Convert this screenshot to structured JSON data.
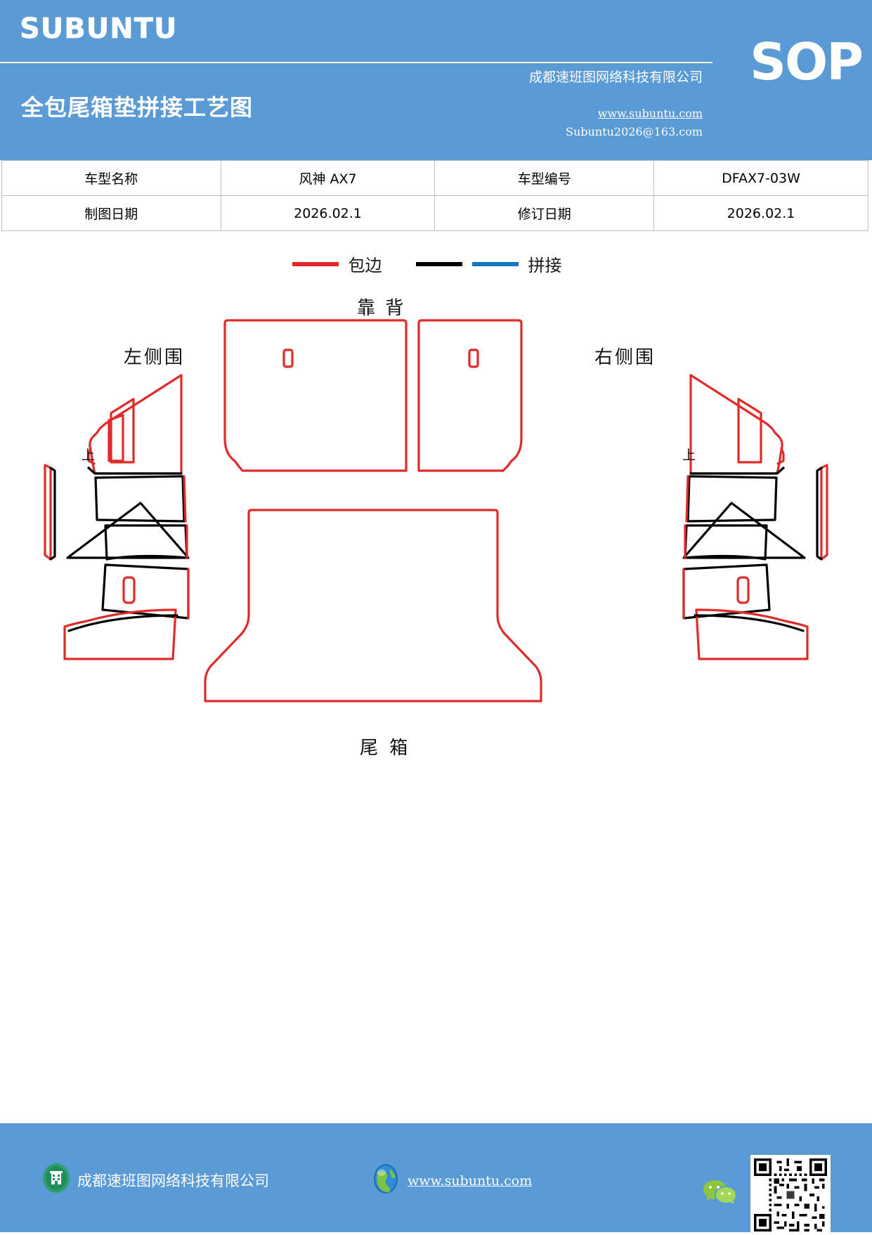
{
  "header": {
    "brand": "SUBUNTU",
    "badge": "SOP",
    "doc_title": "全包尾箱垫拼接工艺图",
    "company": "成都速班图网络科技有限公司",
    "url": "www.subuntu.com",
    "email": "Subuntu2026@163.com",
    "bg_color": "#5B9BD5"
  },
  "info_table": {
    "rows": [
      {
        "label1": "车型名称",
        "value1": "风神 AX7",
        "label2": "车型编号",
        "value2": "DFAX7-03W"
      },
      {
        "label1": "制图日期",
        "value1": "2026.02.1",
        "label2": "修订日期",
        "value2": "2026.02.1"
      }
    ]
  },
  "legend": {
    "items": [
      {
        "label": "包边",
        "color": "#E8232A"
      },
      {
        "label": "拼接",
        "color": "#000000"
      },
      {
        "label": "拼接",
        "color": "#1577C4"
      }
    ],
    "binding_label": "包边",
    "splice_label": "拼接"
  },
  "drawing": {
    "labels": {
      "backrest": "靠 背",
      "left_side": "左侧围",
      "right_side": "右侧围",
      "trunk": "尾 箱"
    },
    "orientation_marks": {
      "left_up": "上",
      "right_up": "上"
    },
    "colors": {
      "binding": "#E02B2B",
      "splice": "#000000",
      "splice_alt": "#1577C4"
    }
  },
  "footer": {
    "company": "成都速班图网络科技有限公司",
    "url": "www.subuntu.com",
    "bg_color": "#5B9BD5",
    "icons": {
      "building": "building-icon",
      "globe": "globe-icon",
      "wechat": "wechat-icon",
      "qr": "qr-code"
    }
  }
}
